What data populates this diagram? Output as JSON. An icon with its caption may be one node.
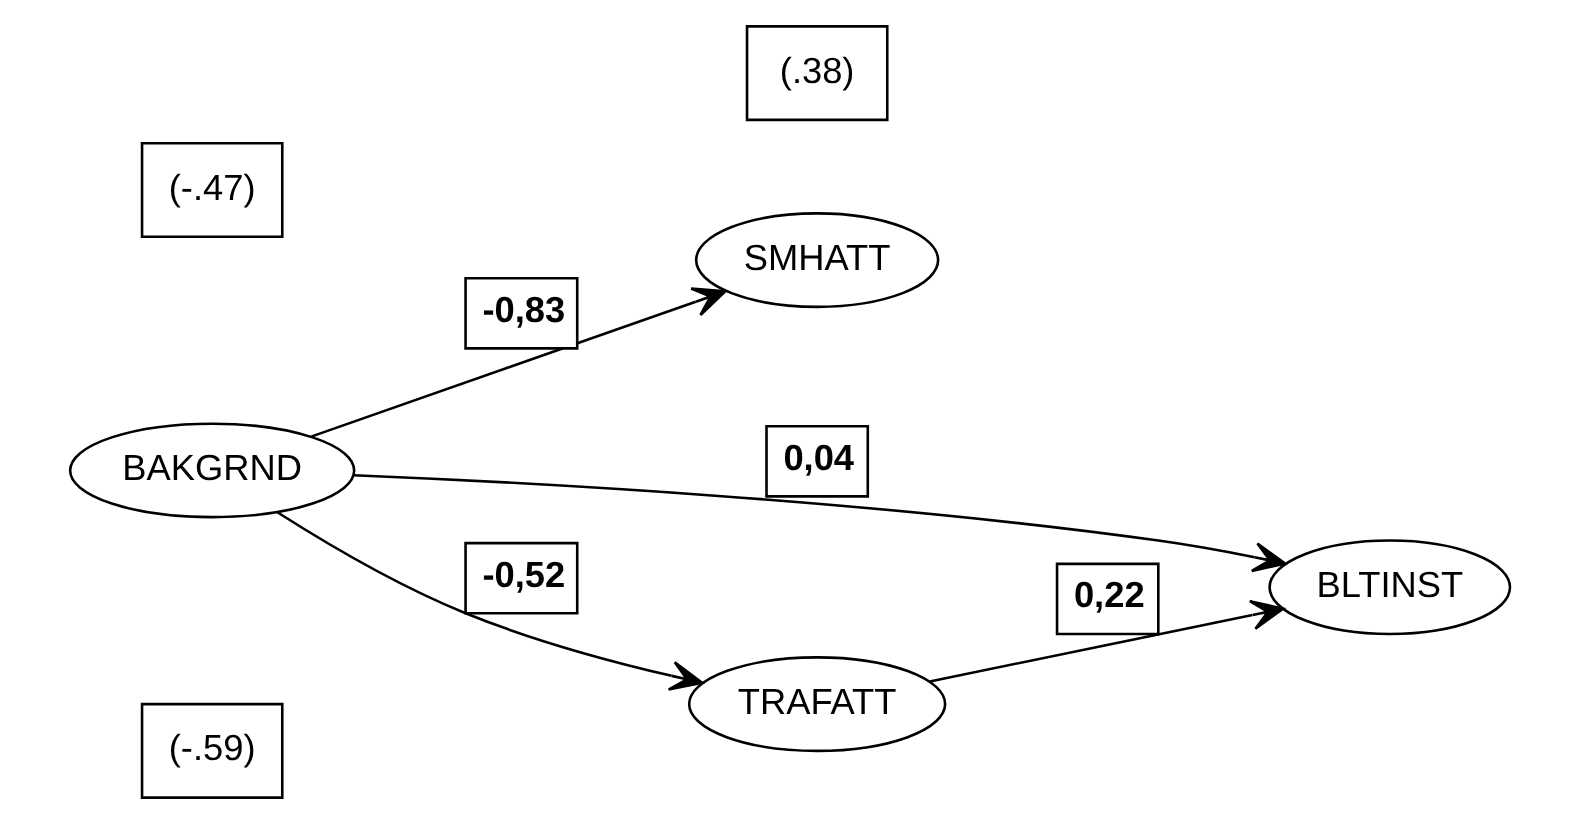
{
  "diagram": {
    "nodes": [
      {
        "text": [
          "BAKGRND"
        ]
      },
      {
        "text": [
          "SMHATT"
        ]
      },
      {
        "text": [
          "BLTINST"
        ]
      },
      {
        "text": [
          "TRAFATT"
        ]
      }
    ],
    "edges": [
      {
        "from": 0,
        "to": 1,
        "arrow": "to",
        "label": "-0,83"
      },
      {
        "from": 0,
        "to": 2,
        "arrow": "to",
        "label": "0,04"
      },
      {
        "from": 0,
        "to": 3,
        "arrow": "to",
        "label": "-0,52"
      },
      {
        "from": 3,
        "to": 2,
        "arrow": "to",
        "label": "0,22"
      }
    ],
    "labels": [
      "(-.47)",
      "(-.59)",
      "(.38)"
    ]
  }
}
